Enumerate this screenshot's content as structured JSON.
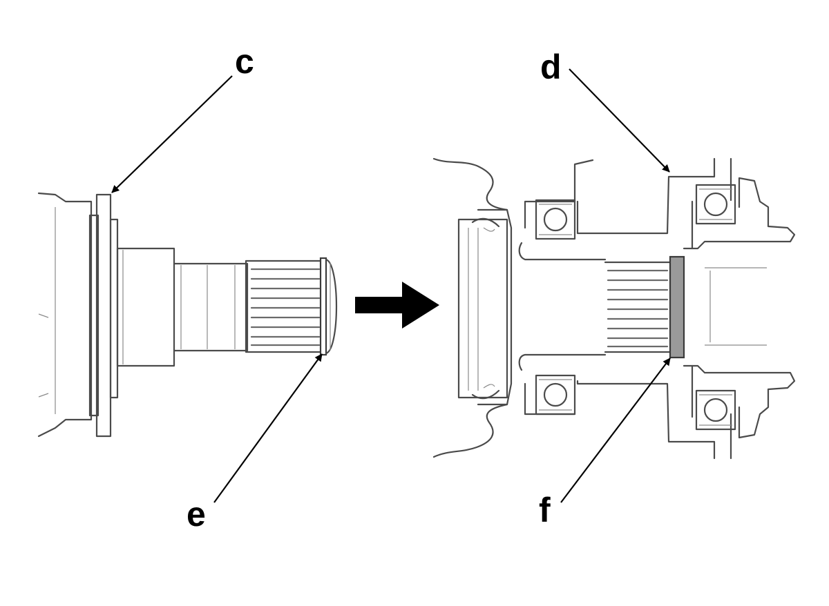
{
  "callouts": {
    "c": "c",
    "d": "d",
    "e": "e",
    "f": "f"
  },
  "icons": {
    "direction": "arrow-right-icon"
  },
  "colors": {
    "line": "#4a4a4a",
    "ring": "#9a9a9a",
    "leader": "#000000"
  }
}
